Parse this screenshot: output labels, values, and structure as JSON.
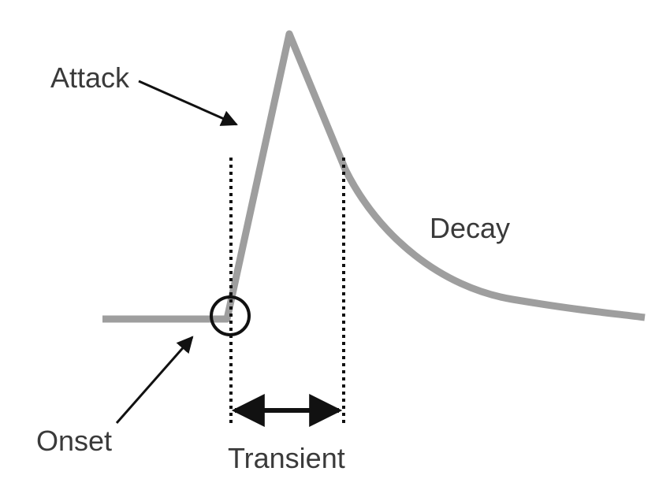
{
  "labels": {
    "attack": "Attack",
    "decay": "Decay",
    "onset": "Onset",
    "transient": "Transient"
  },
  "colors": {
    "envelope": "#9e9e9e",
    "annotation": "#111111",
    "text": "#3a3a3a"
  }
}
